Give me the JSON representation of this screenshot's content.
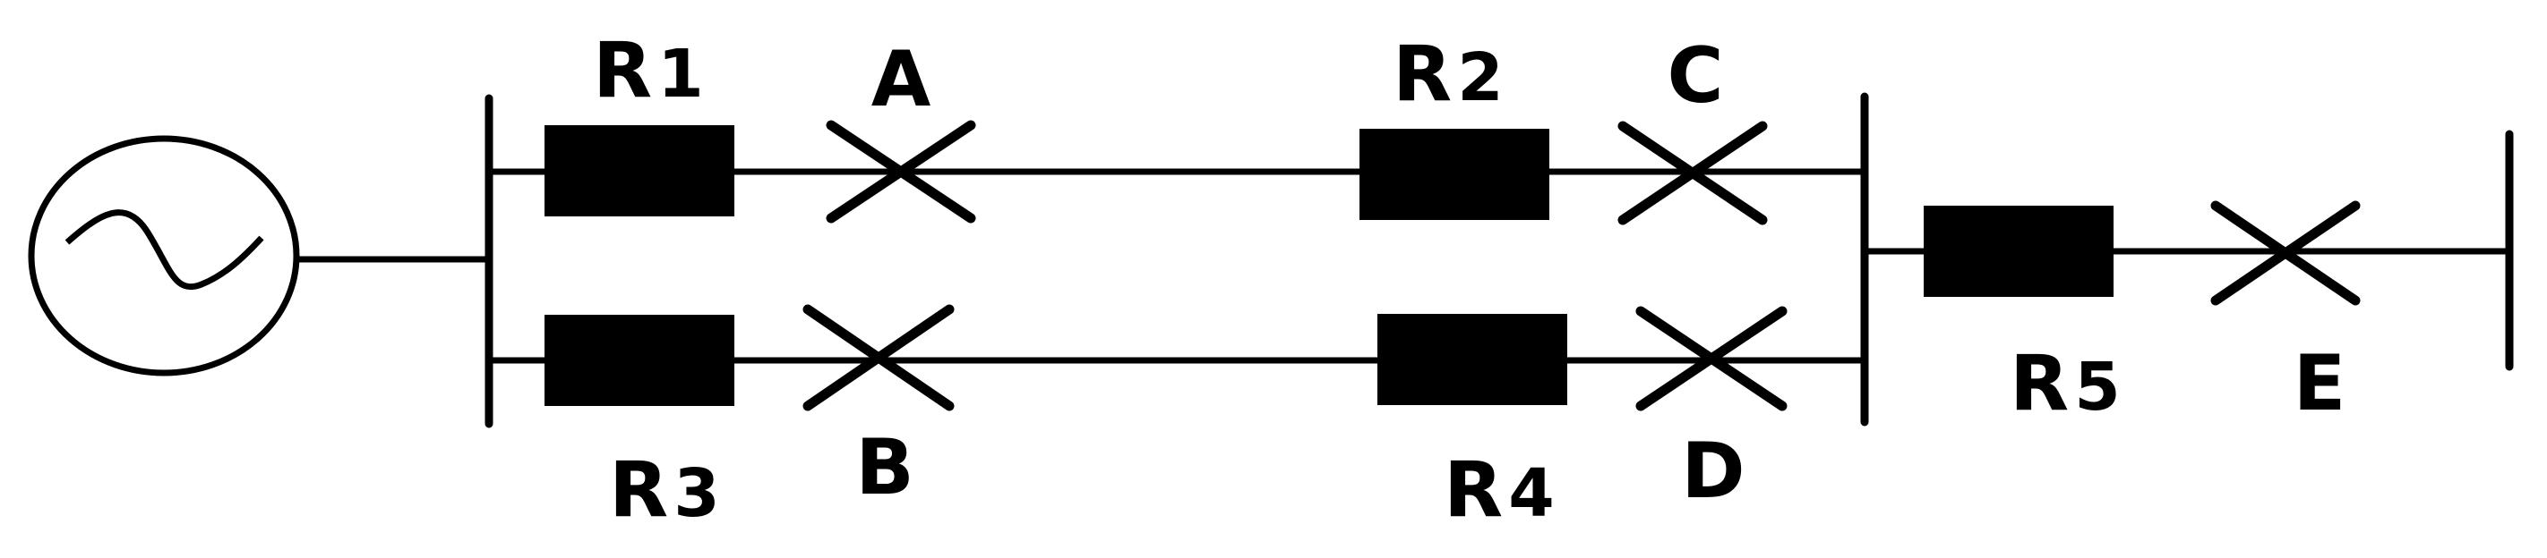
{
  "relays": [
    {
      "id": "r1",
      "letter": "R",
      "index": "1"
    },
    {
      "id": "r2",
      "letter": "R",
      "index": "2"
    },
    {
      "id": "r3",
      "letter": "R",
      "index": "3"
    },
    {
      "id": "r4",
      "letter": "R",
      "index": "4"
    },
    {
      "id": "r5",
      "letter": "R",
      "index": "5"
    }
  ],
  "breakers": [
    {
      "id": "a",
      "label": "A"
    },
    {
      "id": "b",
      "label": "B"
    },
    {
      "id": "c",
      "label": "C"
    },
    {
      "id": "d",
      "label": "D"
    },
    {
      "id": "e",
      "label": "E"
    }
  ]
}
